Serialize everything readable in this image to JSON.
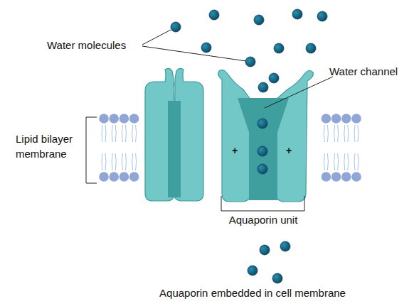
{
  "diagram": {
    "caption": "Aquaporin embedded in cell membrane",
    "labels": [
      "Water molecules",
      "Water channel",
      "Lipid bilayer membrane",
      "+",
      "+",
      "Aquaporin unit"
    ]
  }
}
